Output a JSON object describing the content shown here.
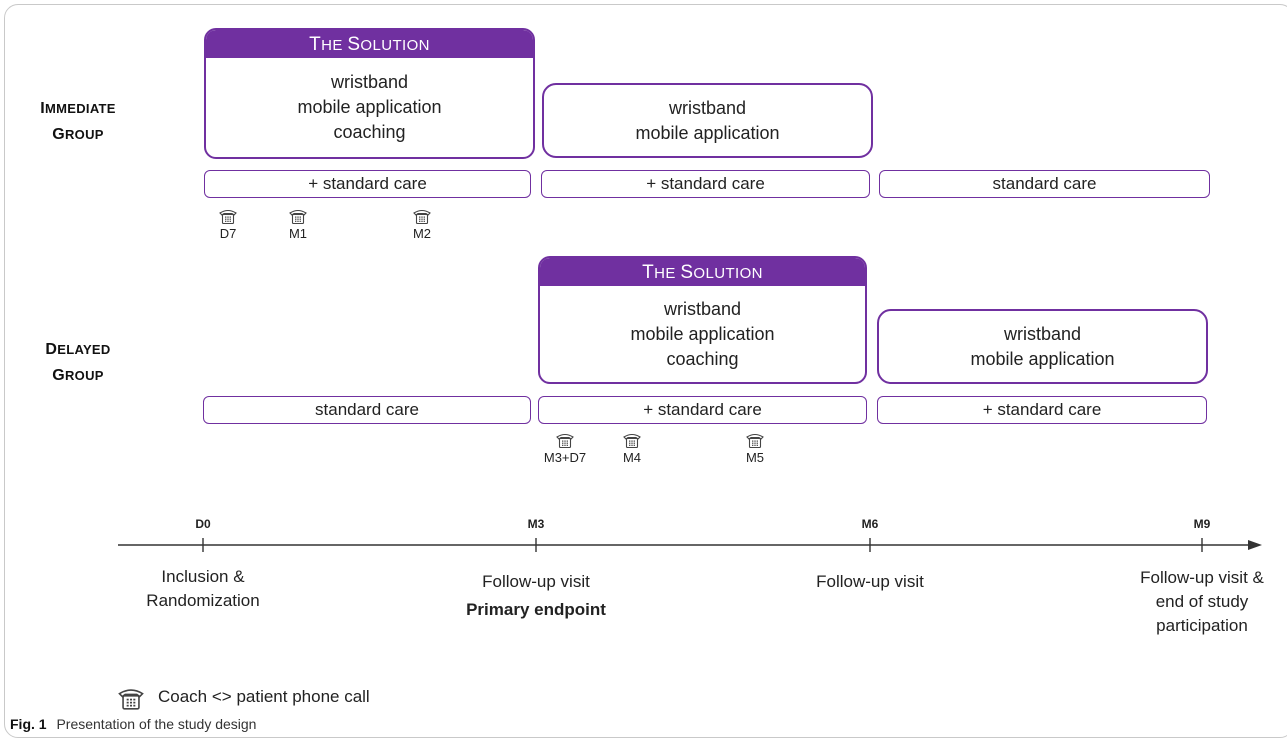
{
  "groups": {
    "immediate": {
      "label_line1": "Immediate",
      "label_line2": "group"
    },
    "delayed": {
      "label_line1": "Delayed",
      "label_line2": "group"
    }
  },
  "solution_title": "The Solution",
  "immediate_row": {
    "phase1": [
      "wristband",
      "mobile application",
      "coaching"
    ],
    "phase2": [
      "wristband",
      "mobile application"
    ],
    "care": [
      "+ standard care",
      "+ standard care",
      "standard care"
    ],
    "calls": [
      "D7",
      "M1",
      "M2"
    ]
  },
  "delayed_row": {
    "phase2": [
      "wristband",
      "mobile application",
      "coaching"
    ],
    "phase3": [
      "wristband",
      "mobile application"
    ],
    "care": [
      "standard care",
      "+ standard care",
      "+ standard care"
    ],
    "calls": [
      "M3+D7",
      "M4",
      "M5"
    ]
  },
  "timeline": {
    "ticks": [
      "D0",
      "M3",
      "M6",
      "M9"
    ],
    "events": [
      [
        "Inclusion &",
        "Randomization"
      ],
      [
        "Follow-up visit"
      ],
      [
        "Follow-up visit"
      ],
      [
        "Follow-up visit &",
        "end of study",
        "participation"
      ]
    ],
    "primary_endpoint": "Primary endpoint"
  },
  "legend": {
    "icon": "telephone-icon",
    "text": "Coach <> patient phone call"
  },
  "caption": {
    "label": "Fig. 1",
    "text": "Presentation of the study design"
  },
  "colors": {
    "accent": "#7030a0"
  }
}
